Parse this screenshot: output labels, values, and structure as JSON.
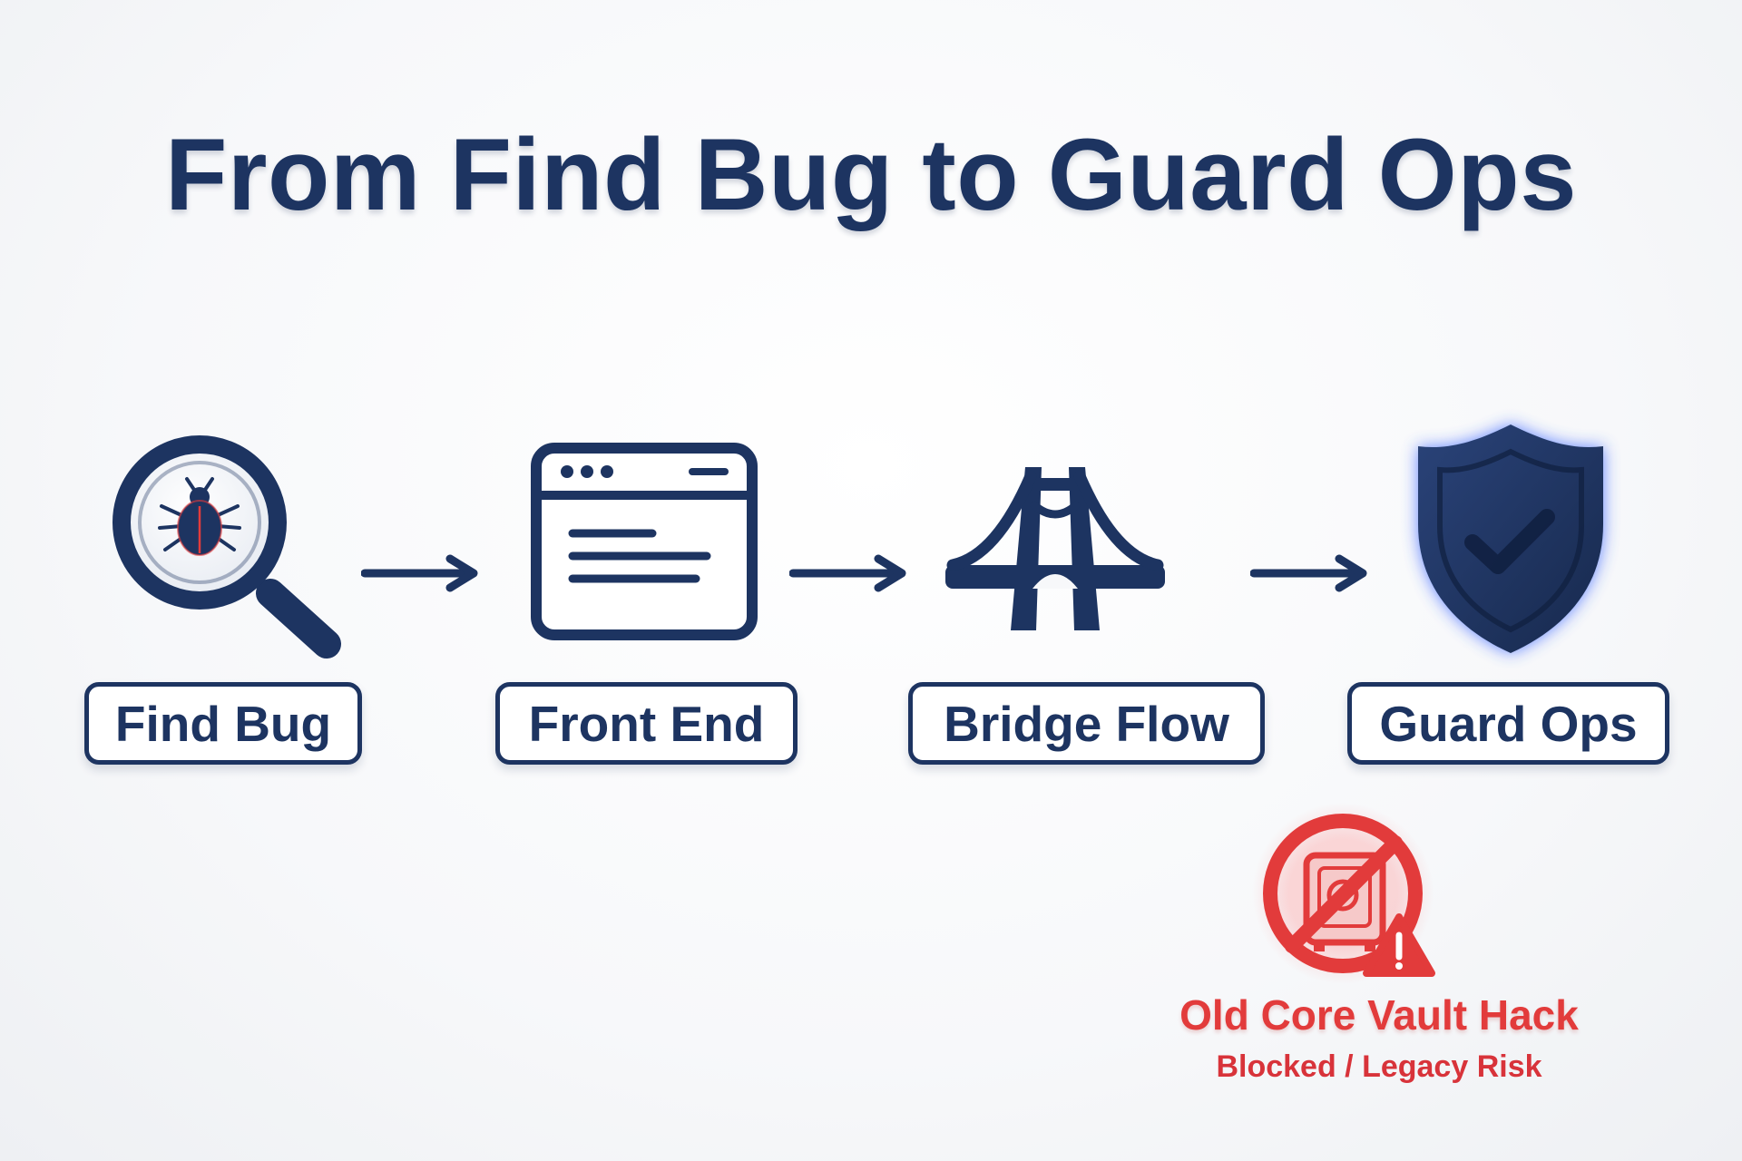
{
  "title": "From Find Bug to Guard Ops",
  "steps": [
    {
      "label": "Find Bug",
      "icon": "magnifier-bug-icon"
    },
    {
      "label": "Front End",
      "icon": "browser-window-icon"
    },
    {
      "label": "Bridge Flow",
      "icon": "bridge-icon"
    },
    {
      "label": "Guard Ops",
      "icon": "shield-check-icon"
    }
  ],
  "blocked": {
    "title": "Old Core Vault Hack",
    "subtitle": "Blocked / Legacy Risk",
    "icon": "blocked-vault-warning-icon"
  },
  "colors": {
    "primary": "#1d3461",
    "danger": "#e23b3b",
    "background": "#f7f8fa",
    "glow": "#2f5bff"
  }
}
